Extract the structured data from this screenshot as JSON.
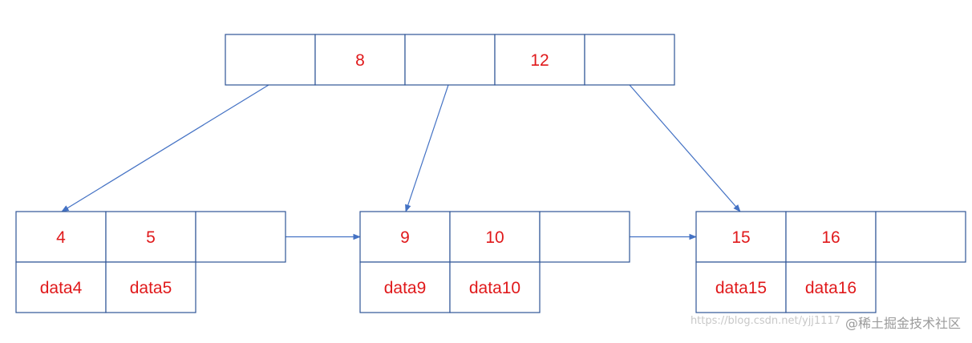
{
  "colors": {
    "cell_border": "#2f5597",
    "arrow": "#4472c4",
    "text": "#e0191b",
    "watermark": "#9a9a9a"
  },
  "tree": {
    "root": {
      "keys": [
        "",
        "8",
        "",
        "12",
        ""
      ]
    },
    "leaves": [
      {
        "keys": [
          "4",
          "5",
          ""
        ],
        "data": [
          "data4",
          "data5"
        ]
      },
      {
        "keys": [
          "9",
          "10",
          ""
        ],
        "data": [
          "data9",
          "data10"
        ]
      },
      {
        "keys": [
          "15",
          "16",
          ""
        ],
        "data": [
          "data15",
          "data16"
        ]
      }
    ]
  },
  "watermark": {
    "site": "@稀土掘金技术社区",
    "url": "https://blog.csdn.net/yjj1117"
  }
}
